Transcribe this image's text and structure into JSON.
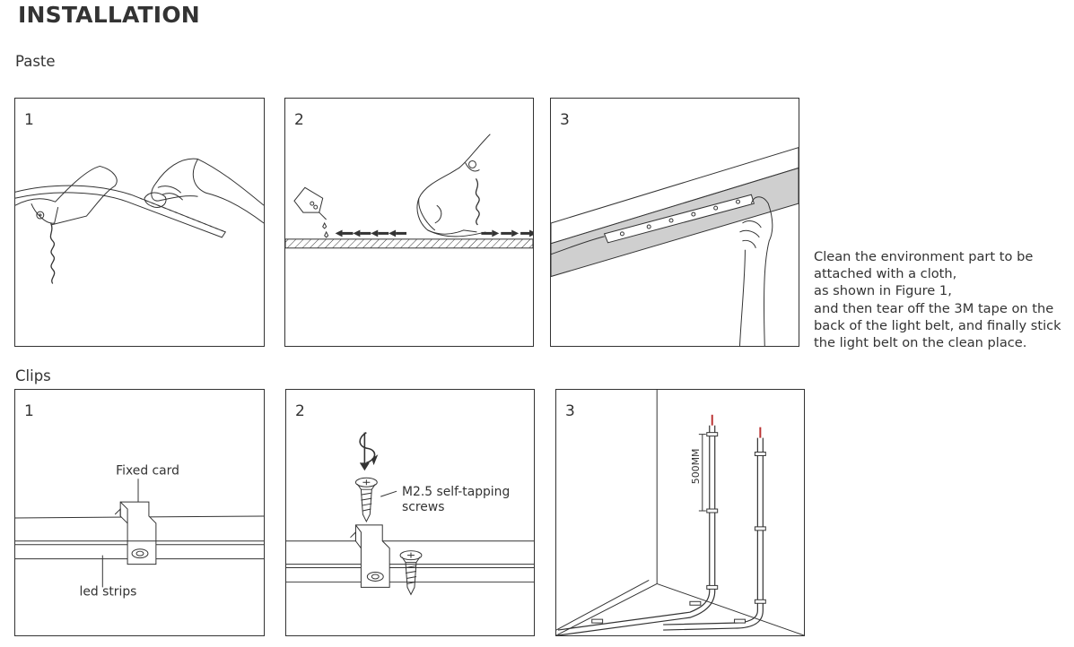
{
  "title": "INSTALLATION",
  "sections": {
    "paste": {
      "label": "Paste",
      "steps": [
        "1",
        "2",
        "3"
      ]
    },
    "clips": {
      "label": "Clips",
      "steps": [
        "1",
        "2",
        "3"
      ],
      "fixed_card_label": "Fixed card",
      "led_strips_label": "led strips",
      "screws_label_line1": "M2.5 self-tapping",
      "screws_label_line2": "screws",
      "spacing_label": "500MM"
    }
  },
  "description": {
    "lines": [
      "Clean the environment part to be",
      "attached with a cloth,",
      "as shown in Figure 1,",
      "and then tear off the 3M tape on the",
      "back of the light belt, and finally stick",
      "the light belt on the clean place."
    ]
  },
  "icons": {
    "bottle": "cleaning-bottle-icon",
    "direction_arrow": "left-right-arrow-icon",
    "screw": "screw-icon",
    "rotate": "rotate-arrow-icon"
  }
}
